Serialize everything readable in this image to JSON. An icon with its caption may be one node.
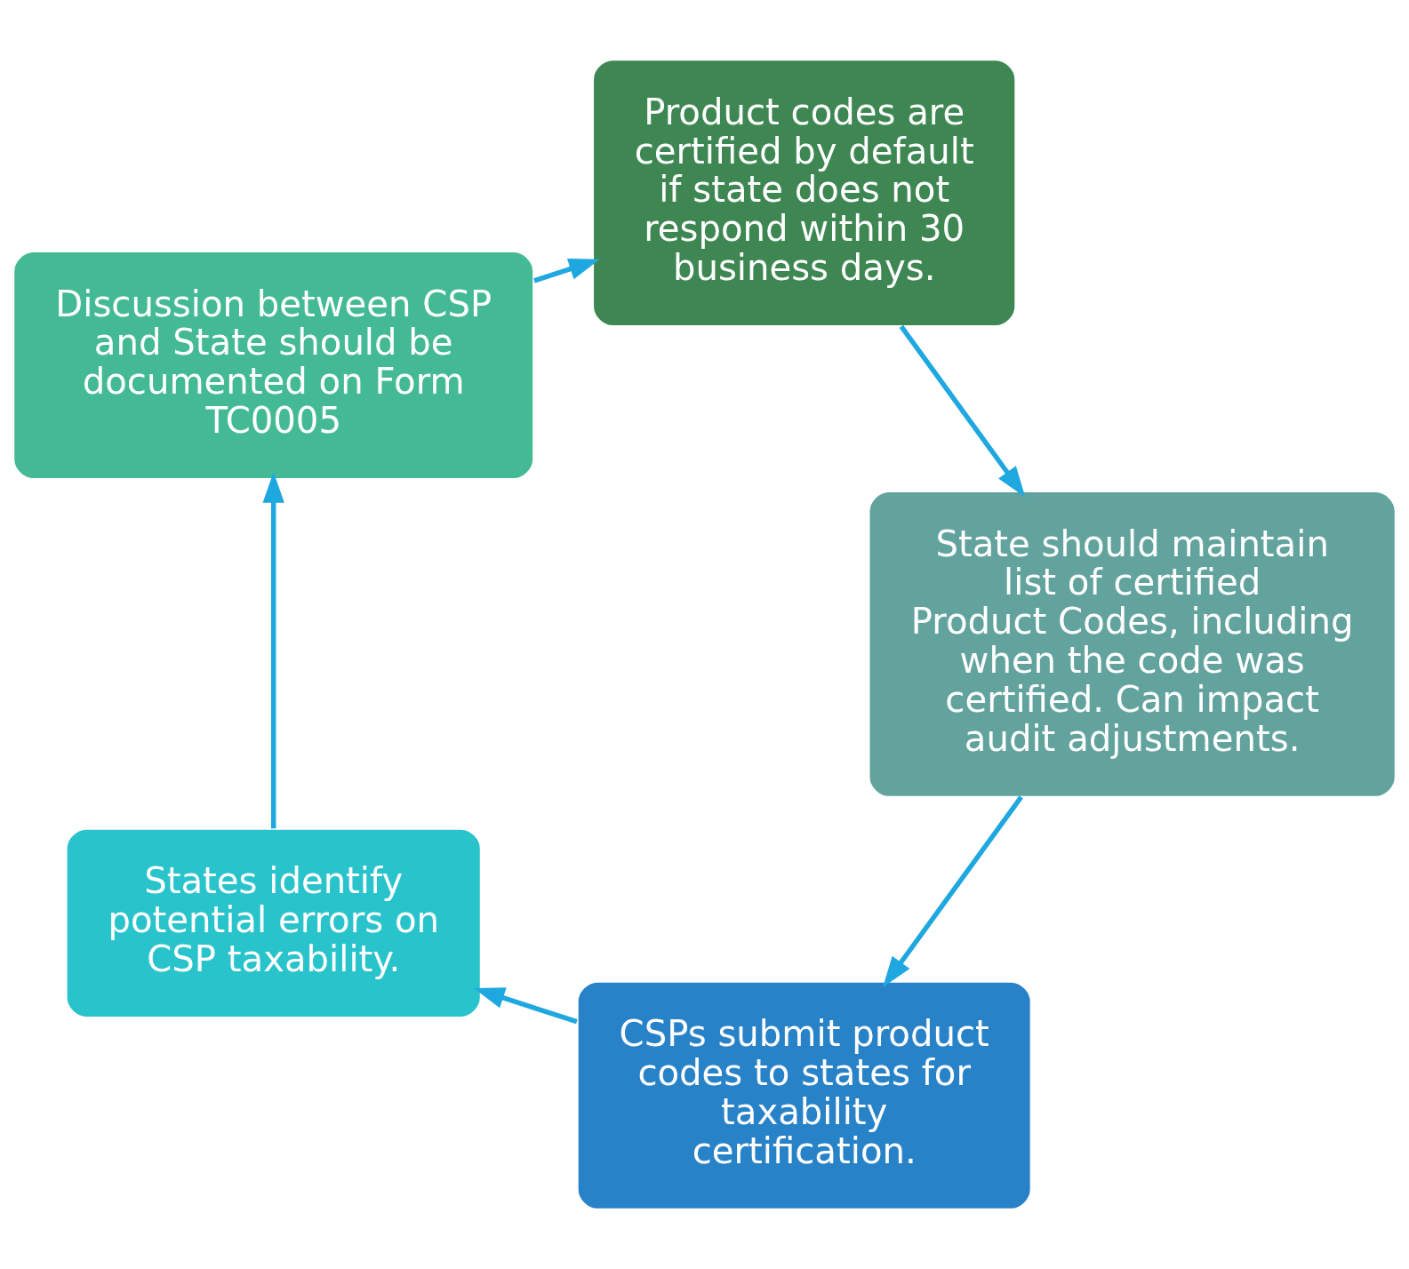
{
  "diagram": {
    "nodes": [
      {
        "text": [
          "CSPs submit product codes to states for taxability certification."
        ]
      },
      {
        "text": [
          "States identify potential errors on CSP taxability."
        ]
      },
      {
        "text": [
          "Discussion between CSP and State should be documented on Form TC0005"
        ]
      },
      {
        "text": [
          "Product codes are certified by default if state does not respond within 30 business days."
        ]
      },
      {
        "text": [
          "State should maintain list of certified Product Codes, including when the code was certified. Can impact audit adjustments."
        ]
      }
    ],
    "edges": [
      {
        "from": 0,
        "to": 1,
        "arrow": "to"
      },
      {
        "from": 1,
        "to": 2,
        "arrow": "to"
      },
      {
        "from": 2,
        "to": 3,
        "arrow": "to"
      },
      {
        "from": 3,
        "to": 4,
        "arrow": "to"
      },
      {
        "from": 4,
        "to": 0,
        "arrow": "to"
      }
    ]
  }
}
